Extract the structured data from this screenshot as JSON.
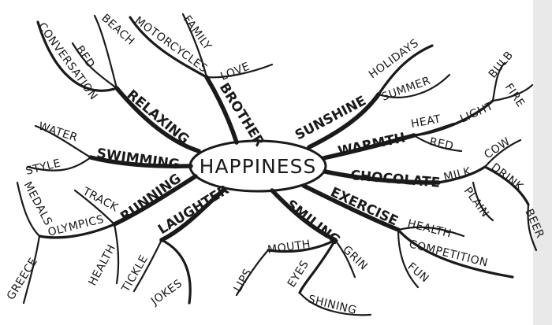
{
  "center": {
    "label": "HAPPINESS"
  },
  "branches": [
    {
      "label": "RELAXING",
      "children": [
        "CONVERSATION",
        "BED",
        "BEACH"
      ]
    },
    {
      "label": "BROTHER",
      "children": [
        "MOTORCYCLES",
        "FAMILY",
        "LOVE"
      ]
    },
    {
      "label": "SUNSHINE",
      "children": [
        "HOLIDAYS",
        "SUMMER"
      ]
    },
    {
      "label": "WARMTH",
      "children": [
        "HEAT",
        "LIGHT",
        "BULB",
        "FIRE",
        "RED"
      ]
    },
    {
      "label": "CHOCOLATE",
      "children": [
        "MILK",
        "COW",
        "DRINK",
        "BEER",
        "PLAIN"
      ]
    },
    {
      "label": "EXERCISE",
      "children": [
        "HEALTH",
        "COMPETITION",
        "FUN"
      ]
    },
    {
      "label": "SMILING",
      "children": [
        "MOUTH",
        "LIPS",
        "EYES",
        "SHINING",
        "GRIN"
      ]
    },
    {
      "label": "LAUGHTER",
      "children": [
        "TICKLE",
        "JOKES"
      ]
    },
    {
      "label": "RUNNING",
      "children": [
        "TRACK",
        "OLYMPICS",
        "MEDALS",
        "GREECE",
        "HEALTH"
      ]
    },
    {
      "label": "SWIMMING",
      "children": [
        "WATER",
        "STYLE"
      ]
    }
  ]
}
